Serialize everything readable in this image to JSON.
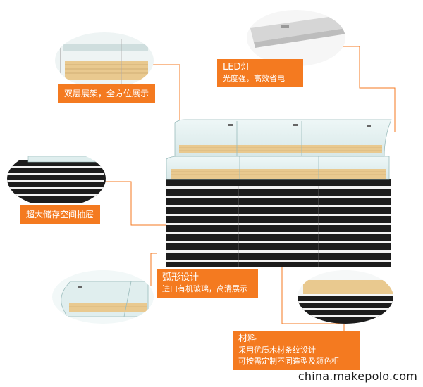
{
  "labels": {
    "double_shelf": "双层展架，全方位展示",
    "led_title": "LED灯",
    "led_sub": "光度强，高效省电",
    "drawer": "超大储存空间抽屉",
    "arc_title": "弧形设计",
    "arc_sub": "进口有机玻璃，高清展示",
    "material_title": "材料",
    "material_line1": "采用优质木材条纹设计",
    "material_line2": "可按需定制不同造型及颜色柜"
  },
  "watermark": "china.makepolo.com",
  "colors": {
    "accent": "#f47a20",
    "cabinet_dark": "#1c1c1c",
    "stripe": "#f2f2f2",
    "wood": "#e9c98f",
    "glass": "#dfeeee"
  }
}
